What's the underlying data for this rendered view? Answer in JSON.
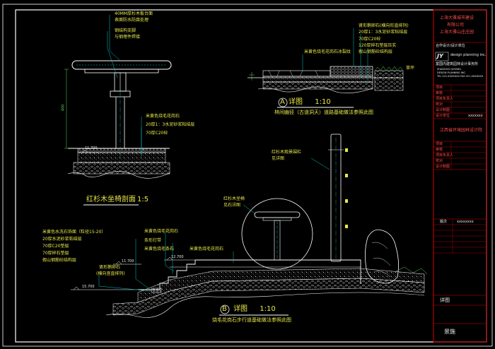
{
  "colors": {
    "background": "#000000",
    "frame": "#ffffff",
    "title_block": "#d40000",
    "annotation_text": "#e8e84a",
    "dimension": "#5fd35f",
    "leader": "#00c8c8",
    "concrete_hatch": "#b0b0b0"
  },
  "bench_section": {
    "title": "红杉木坐椅剖面",
    "scale": "1:5",
    "notes_top": [
      "40MM厚杉木板台面",
      "表面防水防腐处理",
      "钢结构支脚",
      "与钢埋件焊接"
    ],
    "notes_bottom": [
      "米黄色烧毛花岗石",
      "20厚1：3水泥砂浆粘结层",
      "70厚C20砼"
    ],
    "elevation": "11.700",
    "height_dim": "400"
  },
  "detail_a": {
    "label": "A",
    "title": "详图",
    "scale": "1:10",
    "caption": "林间幽径（古道洞天）道路基础做法参照此图",
    "notes": [
      "米黄色烧毛花岗石冰裂纹",
      "肾形鹅卵石(横向形直排列)",
      "20厚1：3水泥砂浆粘结层",
      "70厚C20砼",
      "120厚碎石垫层压实",
      "假山钢筋砼结构层"
    ],
    "right_note": "草坪"
  },
  "detail_b": {
    "label": "B",
    "title": "详图",
    "scale": "1:10",
    "caption": "烧毛花岗石步行道基础做法参照此图",
    "notes_left": [
      "米黄色水洗石饰面（粒径15-20）",
      "20厚水泥砂浆粘结层",
      "70厚C20垫层",
      "70厚碎石垫层",
      "假山钢筋砼结构层"
    ],
    "notes_mid": [
      "米黄色烧毛花岗石",
      "条形灯带",
      "米黄色烧毛条石"
    ],
    "note_right": "米黄色烧毛花岗石",
    "note_pebble": "肾形鹅卵石",
    "note_pebble_sub": "(横向竖直排列)",
    "bench_ref": [
      "红杉木坐椅",
      "见石详图"
    ],
    "rail_ref": [
      "红杉木观景围栏",
      "见详图"
    ],
    "elevations": [
      "12.700",
      "11.700",
      "15.700"
    ]
  },
  "title_block": {
    "project_lines": [
      "上海大雅城市建设",
      "有限公司",
      "上海大雅山庄庄园"
    ],
    "firm_cn_title": "合作设计/设计单位",
    "logo": "JY",
    "firm_en": "design planning inc.",
    "firm_cn": "富国内建筑园林设计事务所",
    "address_lines": [
      "SHANGHAI JIUYANG",
      "DESIGN PLANNING INC.",
      "TEL 021-XXXXXXX  FAX 021-XXXXXXX"
    ],
    "left_labels": [
      "项目",
      "审核",
      "项目负责人",
      "校对",
      "设计制图"
    ],
    "design_unit": "设计单位",
    "design_unit_value": "xxxxxxx",
    "client_name": "江西省环境园林设计院",
    "left_labels_2": [
      "项目",
      "审核",
      "项目负责人",
      "校对",
      "设计制图"
    ],
    "version_label": "版次",
    "version_value": "xxxxxxxx",
    "table_rows": 5,
    "drawing_title": "详图",
    "drawing_stage": "景施"
  }
}
